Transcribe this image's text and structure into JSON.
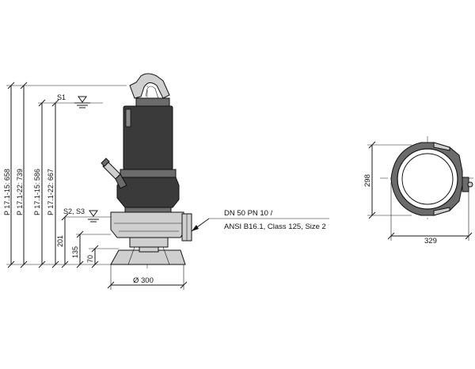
{
  "side_view": {
    "water_level_top": "S1",
    "water_level_low": "S2, S3",
    "dim_total_1": "P 17.1-15: 658",
    "dim_total_2": "P 17.1-22: 739",
    "dim_s1_1": "P 17.1-15: 586",
    "dim_s1_2": "P 17.1-22: 667",
    "dim_201": "201",
    "dim_135": "135",
    "dim_70": "70",
    "dim_base": "Ø 300",
    "flange_note_1": "DN 50 PN 10 /",
    "flange_note_2": "ANSI B16.1, Class 125, Size 2"
  },
  "top_view": {
    "dim_height": "298",
    "dim_width": "329"
  }
}
